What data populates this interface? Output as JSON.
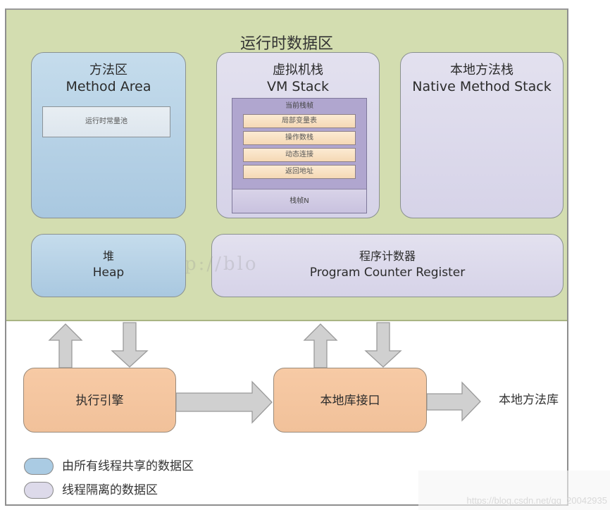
{
  "runtime_area": {
    "title": "运行时数据区",
    "method_area": {
      "title_cn": "方法区",
      "title_en": "Method Area",
      "constant_pool": "运行时常量池"
    },
    "vm_stack": {
      "title_cn": "虚拟机栈",
      "title_en": "VM Stack",
      "current_frame": "当前栈帧",
      "frame_items": [
        "局部变量表",
        "操作数栈",
        "动态连接",
        "返回地址"
      ],
      "frame_n": "栈帧N"
    },
    "native_method_stack": {
      "title_cn": "本地方法栈",
      "title_en": "Native Method Stack"
    },
    "heap": {
      "title_cn": "堆",
      "title_en": "Heap"
    },
    "pc_register": {
      "title_cn": "程序计数器",
      "title_en": "Program Counter Register"
    }
  },
  "execution": {
    "engine": "执行引擎",
    "native_interface": "本地库接口",
    "native_library": "本地方法库"
  },
  "legend": {
    "shared": "由所有线程共享的数据区",
    "isolated": "线程隔离的数据区",
    "colors": {
      "shared": "#aacbe3",
      "isolated": "#dddaea"
    }
  },
  "watermarks": {
    "middle": "p://blo",
    "corner": "https://blog.csdn.net/qq_20042935"
  },
  "colors": {
    "runtime_background": "#d3ddb0",
    "engine_box": "#f3c49e",
    "arrow": "#d0d0d0"
  }
}
